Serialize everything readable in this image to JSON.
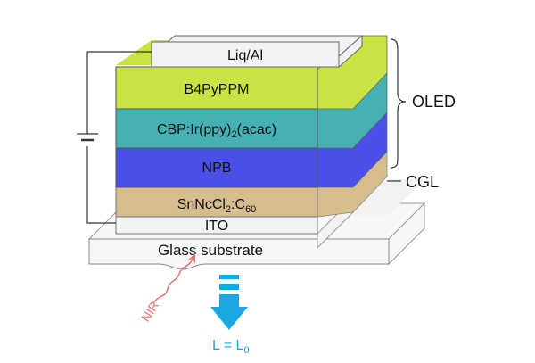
{
  "layers": {
    "cathode": "Liq/Al",
    "etl": "B4PyPPM",
    "eml": {
      "main": "CBP:Ir(ppy)",
      "sub": "2",
      "tail": "(acac)"
    },
    "htl": "NPB",
    "cgl": {
      "main": "SnNcCl",
      "sub1": "2",
      "mid": ":C",
      "sub2": "60"
    },
    "anode": "ITO",
    "substrate": "Glass substrate"
  },
  "labels": {
    "oled": "OLED",
    "cgl": "CGL",
    "nir": "NIR",
    "output": {
      "main": "L = L",
      "sub": "0"
    }
  },
  "colors": {
    "cathode": "#f2f2f2",
    "etl": "#c7e344",
    "eml": "#45b1b3",
    "htl": "#4c4ee8",
    "cgl": "#d6bd8f",
    "anode": "#f2f2f2",
    "substrate": "#f7f7f7",
    "arrow": "#1aa6e0",
    "nir": "#e57373",
    "output_text": "#1aa6e0"
  }
}
